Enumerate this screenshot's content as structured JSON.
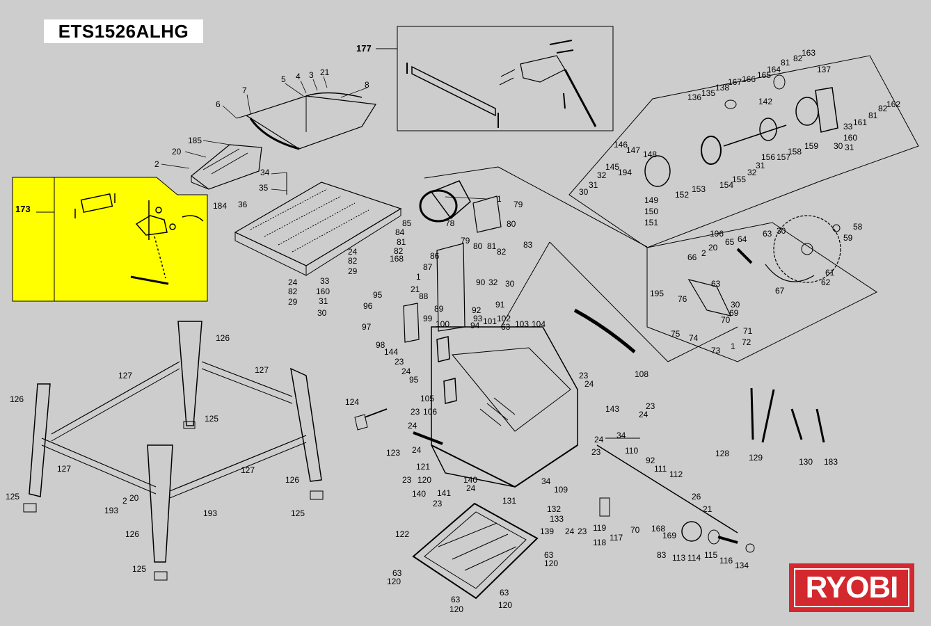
{
  "title": "ETS1526ALHG",
  "brand": "RYOBI",
  "colors": {
    "background": "#cdcdcd",
    "highlight": "#ffff00",
    "logo": "#d2282e"
  },
  "highlight_label": "173",
  "labels": [
    {
      "id": "l177",
      "text": "177"
    },
    {
      "id": "l6",
      "text": "6"
    },
    {
      "id": "l7",
      "text": "7"
    },
    {
      "id": "l5",
      "text": "5"
    },
    {
      "id": "l4",
      "text": "4"
    },
    {
      "id": "l3",
      "text": "3"
    },
    {
      "id": "l21a",
      "text": "21"
    },
    {
      "id": "l8",
      "text": "8"
    },
    {
      "id": "l185",
      "text": "185"
    },
    {
      "id": "l20a",
      "text": "20"
    },
    {
      "id": "l2a",
      "text": "2"
    },
    {
      "id": "l184",
      "text": "184"
    },
    {
      "id": "l34a",
      "text": "34"
    },
    {
      "id": "l35",
      "text": "35"
    },
    {
      "id": "l36",
      "text": "36"
    },
    {
      "id": "l24a",
      "text": "24"
    },
    {
      "id": "l82a",
      "text": "82"
    },
    {
      "id": "l29a",
      "text": "29"
    },
    {
      "id": "l24b",
      "text": "24"
    },
    {
      "id": "l82b",
      "text": "82"
    },
    {
      "id": "l29b",
      "text": "29"
    },
    {
      "id": "l33a",
      "text": "33"
    },
    {
      "id": "l160a",
      "text": "160"
    },
    {
      "id": "l31a",
      "text": "31"
    },
    {
      "id": "l30a",
      "text": "30"
    },
    {
      "id": "l1a",
      "text": "1"
    },
    {
      "id": "l79a",
      "text": "79"
    },
    {
      "id": "l78",
      "text": "78"
    },
    {
      "id": "l80a",
      "text": "80"
    },
    {
      "id": "l79b",
      "text": "79"
    },
    {
      "id": "l80b",
      "text": "80"
    },
    {
      "id": "l81a",
      "text": "81"
    },
    {
      "id": "l82c",
      "text": "82"
    },
    {
      "id": "l83a",
      "text": "83"
    },
    {
      "id": "l85",
      "text": "85"
    },
    {
      "id": "l84",
      "text": "84"
    },
    {
      "id": "l81b",
      "text": "81"
    },
    {
      "id": "l82d",
      "text": "82"
    },
    {
      "id": "l168a",
      "text": "168"
    },
    {
      "id": "l86",
      "text": "86"
    },
    {
      "id": "l87",
      "text": "87"
    },
    {
      "id": "l1b",
      "text": "1"
    },
    {
      "id": "l21b",
      "text": "21"
    },
    {
      "id": "l88",
      "text": "88"
    },
    {
      "id": "l89",
      "text": "89"
    },
    {
      "id": "l90",
      "text": "90"
    },
    {
      "id": "l32a",
      "text": "32"
    },
    {
      "id": "l30b",
      "text": "30"
    },
    {
      "id": "l91",
      "text": "91"
    },
    {
      "id": "l92a",
      "text": "92"
    },
    {
      "id": "l93",
      "text": "93"
    },
    {
      "id": "l94",
      "text": "94"
    },
    {
      "id": "l95a",
      "text": "95"
    },
    {
      "id": "l96",
      "text": "96"
    },
    {
      "id": "l97",
      "text": "97"
    },
    {
      "id": "l98",
      "text": "98"
    },
    {
      "id": "l99",
      "text": "99"
    },
    {
      "id": "l100",
      "text": "100"
    },
    {
      "id": "l101",
      "text": "101"
    },
    {
      "id": "l102",
      "text": "102"
    },
    {
      "id": "l63a",
      "text": "63"
    },
    {
      "id": "l103",
      "text": "103"
    },
    {
      "id": "l104",
      "text": "104"
    },
    {
      "id": "l144",
      "text": "144"
    },
    {
      "id": "l23a",
      "text": "23"
    },
    {
      "id": "l24c",
      "text": "24"
    },
    {
      "id": "l95b",
      "text": "95"
    },
    {
      "id": "l105",
      "text": "105"
    },
    {
      "id": "l108",
      "text": "108"
    },
    {
      "id": "l23b",
      "text": "23"
    },
    {
      "id": "l24d",
      "text": "24"
    },
    {
      "id": "l126a",
      "text": "126"
    },
    {
      "id": "l127a",
      "text": "127"
    },
    {
      "id": "l127b",
      "text": "127"
    },
    {
      "id": "l126b",
      "text": "126"
    },
    {
      "id": "l125a",
      "text": "125"
    },
    {
      "id": "l127c",
      "text": "127"
    },
    {
      "id": "l127d",
      "text": "127"
    },
    {
      "id": "l126c",
      "text": "126"
    },
    {
      "id": "l125b",
      "text": "125"
    },
    {
      "id": "l125c",
      "text": "125"
    },
    {
      "id": "l2b",
      "text": "2"
    },
    {
      "id": "l20b",
      "text": "20"
    },
    {
      "id": "l193a",
      "text": "193"
    },
    {
      "id": "l193b",
      "text": "193"
    },
    {
      "id": "l126d",
      "text": "126"
    },
    {
      "id": "l125d",
      "text": "125"
    },
    {
      "id": "l124",
      "text": "124"
    },
    {
      "id": "l23c",
      "text": "23"
    },
    {
      "id": "l106",
      "text": "106"
    },
    {
      "id": "l24e",
      "text": "24"
    },
    {
      "id": "l123",
      "text": "123"
    },
    {
      "id": "l24f",
      "text": "24"
    },
    {
      "id": "l121",
      "text": "121"
    },
    {
      "id": "l23d",
      "text": "23"
    },
    {
      "id": "l120a",
      "text": "120"
    },
    {
      "id": "l140a",
      "text": "140"
    },
    {
      "id": "l140b",
      "text": "140"
    },
    {
      "id": "l141",
      "text": "141"
    },
    {
      "id": "l23e",
      "text": "23"
    },
    {
      "id": "l24g",
      "text": "24"
    },
    {
      "id": "l143",
      "text": "143"
    },
    {
      "id": "l23f",
      "text": "23"
    },
    {
      "id": "l24h",
      "text": "24"
    },
    {
      "id": "l34b",
      "text": "34"
    },
    {
      "id": "l24i",
      "text": "24"
    },
    {
      "id": "l23g",
      "text": "23"
    },
    {
      "id": "l110",
      "text": "110"
    },
    {
      "id": "l92b",
      "text": "92"
    },
    {
      "id": "l111",
      "text": "111"
    },
    {
      "id": "l112",
      "text": "112"
    },
    {
      "id": "l26",
      "text": "26"
    },
    {
      "id": "l34c",
      "text": "34"
    },
    {
      "id": "l109",
      "text": "109"
    },
    {
      "id": "l131",
      "text": "131"
    },
    {
      "id": "l132",
      "text": "132"
    },
    {
      "id": "l133",
      "text": "133"
    },
    {
      "id": "l139",
      "text": "139"
    },
    {
      "id": "l24j",
      "text": "24"
    },
    {
      "id": "l23h",
      "text": "23"
    },
    {
      "id": "l119",
      "text": "119"
    },
    {
      "id": "l118",
      "text": "118"
    },
    {
      "id": "l117",
      "text": "117"
    },
    {
      "id": "l70a",
      "text": "70"
    },
    {
      "id": "l21c",
      "text": "21"
    },
    {
      "id": "l168b",
      "text": "168"
    },
    {
      "id": "l169",
      "text": "169"
    },
    {
      "id": "l83b",
      "text": "83"
    },
    {
      "id": "l113",
      "text": "113"
    },
    {
      "id": "l114",
      "text": "114"
    },
    {
      "id": "l115",
      "text": "115"
    },
    {
      "id": "l116",
      "text": "116"
    },
    {
      "id": "l134",
      "text": "134"
    },
    {
      "id": "l122",
      "text": "122"
    },
    {
      "id": "l63b",
      "text": "63"
    },
    {
      "id": "l120b",
      "text": "120"
    },
    {
      "id": "l63c",
      "text": "63"
    },
    {
      "id": "l120c",
      "text": "120"
    },
    {
      "id": "l63d",
      "text": "63"
    },
    {
      "id": "l120d",
      "text": "120"
    },
    {
      "id": "l63e",
      "text": "63"
    },
    {
      "id": "l120e",
      "text": "120"
    },
    {
      "id": "l128",
      "text": "128"
    },
    {
      "id": "l129",
      "text": "129"
    },
    {
      "id": "l130",
      "text": "130"
    },
    {
      "id": "l183",
      "text": "183"
    },
    {
      "id": "l196",
      "text": "196"
    },
    {
      "id": "l66",
      "text": "66"
    },
    {
      "id": "l2c",
      "text": "2"
    },
    {
      "id": "l20c",
      "text": "20"
    },
    {
      "id": "l65",
      "text": "65"
    },
    {
      "id": "l64",
      "text": "64"
    },
    {
      "id": "l63f",
      "text": "63"
    },
    {
      "id": "l30c",
      "text": "30"
    },
    {
      "id": "l58",
      "text": "58"
    },
    {
      "id": "l59",
      "text": "59"
    },
    {
      "id": "l61",
      "text": "61"
    },
    {
      "id": "l62",
      "text": "62"
    },
    {
      "id": "l67",
      "text": "67"
    },
    {
      "id": "l195",
      "text": "195"
    },
    {
      "id": "l76",
      "text": "76"
    },
    {
      "id": "l63g",
      "text": "63"
    },
    {
      "id": "l30d",
      "text": "30"
    },
    {
      "id": "l69",
      "text": "69"
    },
    {
      "id": "l70b",
      "text": "70"
    },
    {
      "id": "l71",
      "text": "71"
    },
    {
      "id": "l72",
      "text": "72"
    },
    {
      "id": "l1c",
      "text": "1"
    },
    {
      "id": "l75",
      "text": "75"
    },
    {
      "id": "l74",
      "text": "74"
    },
    {
      "id": "l73",
      "text": "73"
    },
    {
      "id": "l136",
      "text": "136"
    },
    {
      "id": "l135",
      "text": "135"
    },
    {
      "id": "l138",
      "text": "138"
    },
    {
      "id": "l167",
      "text": "167"
    },
    {
      "id": "l166",
      "text": "166"
    },
    {
      "id": "l165",
      "text": "165"
    },
    {
      "id": "l164",
      "text": "164"
    },
    {
      "id": "l81c",
      "text": "81"
    },
    {
      "id": "l82e",
      "text": "82"
    },
    {
      "id": "l163",
      "text": "163"
    },
    {
      "id": "l137",
      "text": "137"
    },
    {
      "id": "l142",
      "text": "142"
    },
    {
      "id": "l82f",
      "text": "82"
    },
    {
      "id": "l162",
      "text": "162"
    },
    {
      "id": "l81d",
      "text": "81"
    },
    {
      "id": "l161",
      "text": "161"
    },
    {
      "id": "l33b",
      "text": "33"
    },
    {
      "id": "l160b",
      "text": "160"
    },
    {
      "id": "l30e",
      "text": "30"
    },
    {
      "id": "l31b",
      "text": "31"
    },
    {
      "id": "l159",
      "text": "159"
    },
    {
      "id": "l158",
      "text": "158"
    },
    {
      "id": "l157",
      "text": "157"
    },
    {
      "id": "l156",
      "text": "156"
    },
    {
      "id": "l146",
      "text": "146"
    },
    {
      "id": "l147",
      "text": "147"
    },
    {
      "id": "l148",
      "text": "148"
    },
    {
      "id": "l145",
      "text": "145"
    },
    {
      "id": "l194",
      "text": "194"
    },
    {
      "id": "l32b",
      "text": "32"
    },
    {
      "id": "l31c",
      "text": "31"
    },
    {
      "id": "l30f",
      "text": "30"
    },
    {
      "id": "l149",
      "text": "149"
    },
    {
      "id": "l150",
      "text": "150"
    },
    {
      "id": "l151",
      "text": "151"
    },
    {
      "id": "l152",
      "text": "152"
    },
    {
      "id": "l153",
      "text": "153"
    },
    {
      "id": "l154",
      "text": "154"
    },
    {
      "id": "l155",
      "text": "155"
    },
    {
      "id": "l32c",
      "text": "32"
    },
    {
      "id": "l31d",
      "text": "31"
    }
  ]
}
